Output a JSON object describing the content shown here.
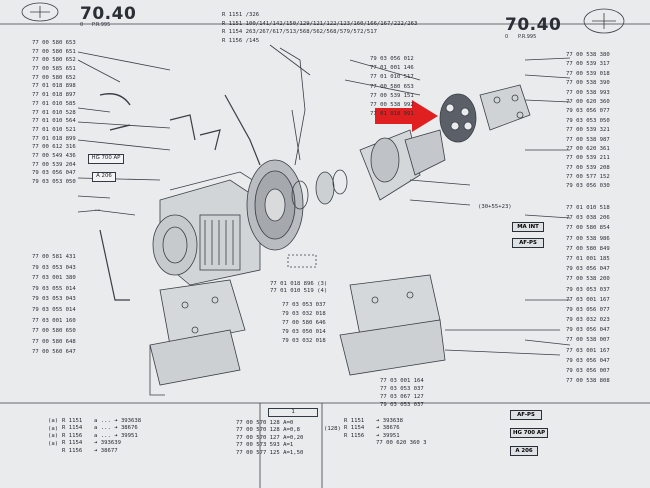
{
  "header": {
    "page_number_left": "70.40",
    "page_number_right": "70.40",
    "left_code": "P.R.995",
    "right_code": "P.R.995",
    "left_sub": "0",
    "right_sub": "0",
    "model_lines": [
      {
        "label": "R 1151",
        "values": "/326"
      },
      {
        "label": "R 1151",
        "values": "100/141/142/150/129/121/122/123/160/166/167/222/263"
      },
      {
        "label": "R 1154",
        "values": "263/267/617/513/568/562/568/579/572/517"
      },
      {
        "label": "R 1156",
        "values": "/145"
      }
    ]
  },
  "left_column": [
    "77 00 580 653",
    "77 00 580 651",
    "77 00 580 652",
    "77 00 585 651",
    "77 00 580 652",
    "77 01 018 898",
    "77 01 018 897",
    "77 01 010 585",
    "77 01 010 528",
    "77 01 010 564",
    "77 01 010 521",
    "77 01 018 899",
    "77 00 612 316",
    "77 00 549 436",
    "77 00 539 204",
    "79 03 056 047",
    "79 03 053 050"
  ],
  "left_column_lower": [
    "77 00 581 431",
    "79 03 053 043",
    "77 03 001 380",
    "79 03 055 014",
    "79 03 053 043",
    "79 03 055 014",
    "77 03 001 160",
    "77 00 580 650",
    "77 00 580 648",
    "77 00 560 647"
  ],
  "center_column": [
    "79 03 056 012",
    "77 01 001 146",
    "77 01 010 517",
    "77 00 580 653",
    "77 00 539 151",
    "77 00 538 992",
    "77 01 018 991"
  ],
  "right_column": [
    "77 00 538 380",
    "77 00 539 317",
    "77 00 539 018",
    "77 00 538 390",
    "77 00 538 993",
    "77 00 620 360",
    "79 03 056 077",
    "79 03 053 050",
    "77 00 539 321",
    "77 00 538 987",
    "77 00 620 361",
    "77 00 539 211",
    "77 00 539 208",
    "77 00 577 152",
    "79 03 056 030"
  ],
  "right_column_lower": [
    "77 01 010 518",
    "77 03 038 206",
    "77 00 580 854",
    "77 00 538 986",
    "77 00 580 849",
    "77 01 001 185",
    "79 03 056 047",
    "77 00 538 200",
    "79 03 053 037",
    "77 03 001 167",
    "79 03 056 077",
    "79 03 032 023",
    "79 03 056 047",
    "77 00 538 007",
    "77 03 001 167",
    "79 03 056 047",
    "79 03 056 007",
    "77 00 538 808"
  ],
  "middle_labels": {
    "oil_1": "77 01 018 896 (3)",
    "oil_2": "77 01 010 519 (4)",
    "bracket_1": "77 03 053 037",
    "bracket_2": "79 03 032 018",
    "bracket_3": "77 00 580 646",
    "bracket_4": "79 03 050 014",
    "bracket_5": "79 03 032 018",
    "bottom_1": "77 03 001 164",
    "bottom_2": "77 03 053 037",
    "bottom_3": "77 03 067 127",
    "bottom_4": "79 03 053 037"
  },
  "boxes": {
    "hg700ap": "HG 700 AP",
    "a206": "A 206",
    "maint": "MA INT",
    "afps": "AF-PS",
    "ratio": "(30+55+23)"
  },
  "footer": {
    "left_rows": [
      {
        "model": "R 1151",
        "text": "a  ...  ➜  393638"
      },
      {
        "model": "R 1154",
        "text": "a  ...  ➜  38676"
      },
      {
        "model": "R 1156",
        "text": "a  ...  ➜  39951"
      },
      {
        "model": "R 1154",
        "text": "➜  393639"
      },
      {
        "model": "R 1156",
        "text": "➜  38677"
      }
    ],
    "middle_header": "1",
    "middle_rows": [
      "77 00 570 128   A=0",
      "77 00 570 128   A=0,8",
      "77 00 570 127   A=0,20",
      "77 00 573 593   A=1",
      "77 00 577 125   A=1,50"
    ],
    "right_rows": [
      {
        "model": "R 1151",
        "text": "➜  393638"
      },
      {
        "model": "R 1154",
        "text": "➜  38676"
      },
      {
        "model": "R 1156",
        "text": "➜  39951"
      },
      {
        "model": "",
        "text": "77 00 620 360  3"
      }
    ],
    "right_badges": [
      "AF-PS",
      "HG 700 AP",
      "A 206"
    ],
    "prefixes": [
      "(a)",
      "(a)",
      "(a)",
      "(128)",
      "(a)"
    ]
  },
  "accent": {
    "arrow": "#e02020",
    "ink": "#2a2e36",
    "paper": "#e9ebec"
  }
}
